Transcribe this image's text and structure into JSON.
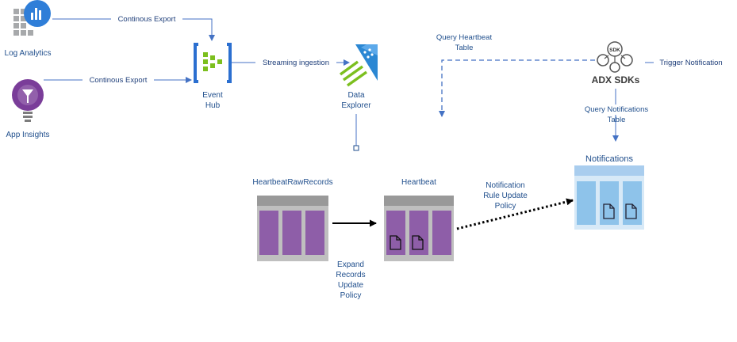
{
  "nodes": {
    "log_analytics": "Log Analytics",
    "app_insights": "App Insights",
    "event_hub": [
      "Event",
      "Hub"
    ],
    "data_explorer": [
      "Data",
      "Explorer"
    ],
    "adx_sdks": "ADX SDKs",
    "sdk_badge": "SDK",
    "heartbeat_raw": "HeartbeatRawRecords",
    "heartbeat": "Heartbeat",
    "notifications": "Notifications"
  },
  "edges": {
    "la_export": "Continous Export",
    "ai_export": "Continous Export",
    "streaming": "Streaming ingestion",
    "query_heartbeat": [
      "Query Heartbeat",
      "Table"
    ],
    "trigger_notification": "Trigger Notification",
    "query_notifications": [
      "Query Notifications",
      "Table"
    ],
    "notification_policy": [
      "Notification",
      "Rule Update",
      "Policy"
    ],
    "expand_policy": [
      "Expand",
      "Records",
      "Update",
      "Policy"
    ]
  },
  "colors": {
    "line": "#4472c4",
    "label": "#1f4e8c",
    "purple": "#8e5ea8",
    "notif_blue": "#8ec3ea"
  }
}
